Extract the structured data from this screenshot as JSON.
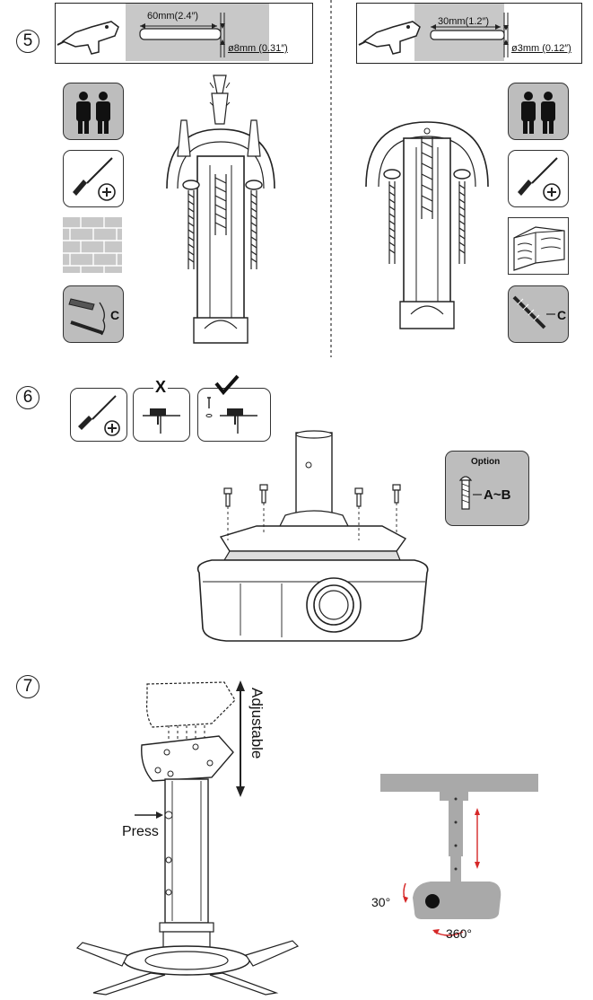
{
  "steps": {
    "five": "5",
    "six": "6",
    "seven": "7"
  },
  "step5": {
    "left": {
      "depth": "60mm(2.4″)",
      "diameter": "ø8mm  (0.31″)",
      "callout": "C"
    },
    "right": {
      "depth": "30mm(1.2″)",
      "diameter": "ø3mm (0.12″)",
      "callout": "C"
    }
  },
  "step6": {
    "wrong_mark": "X",
    "option": {
      "title": "Option",
      "label": "A~B"
    }
  },
  "step7": {
    "adjustable": "Adjustable",
    "press": "Press",
    "tilt": "30°",
    "rotate": "360°"
  },
  "colors": {
    "panel_gray": "#bdbdbd",
    "dark": "#222222",
    "arrow_red": "#d62828",
    "shade": "#a9a9a9"
  }
}
